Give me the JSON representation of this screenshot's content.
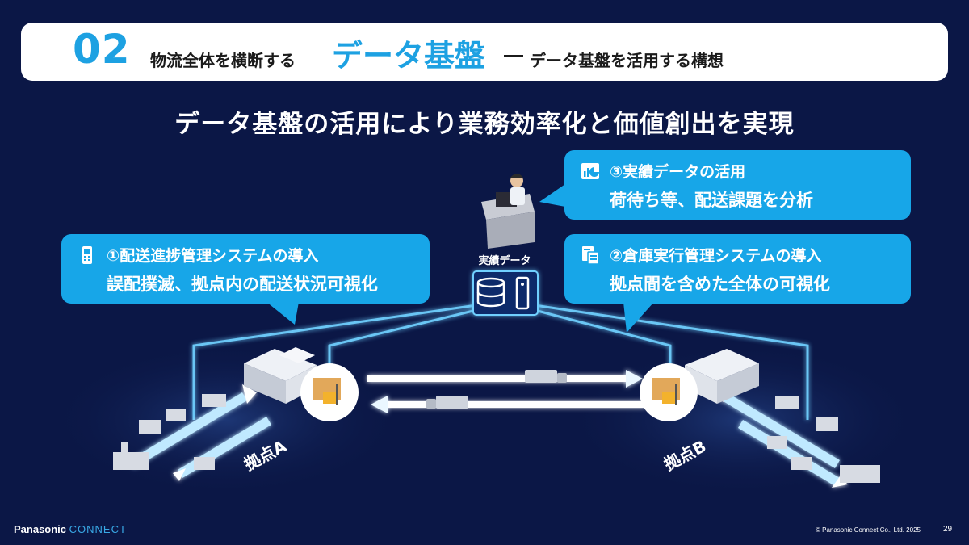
{
  "header": {
    "number": "02",
    "prefix": "物流全体を横断する",
    "main": "データ基盤",
    "suffix": "データ基盤を活用する構想"
  },
  "headline": "データ基盤の活用により業務効率化と価値創出を実現",
  "callouts": [
    {
      "icon": "handheld-terminal-icon",
      "line1": "①配送進捗管理システムの導入",
      "line2": "誤配撲滅、拠点内の配送状況可視化"
    },
    {
      "icon": "chart-icon",
      "line1": "③実績データの活用",
      "line2": "荷待ち等、配送課題を分析"
    },
    {
      "icon": "document-icon",
      "line1": "②倉庫実行管理システムの導入",
      "line2": "拠点間を含めた全体の可視化"
    }
  ],
  "database_label": "実績データ",
  "sites": {
    "a": "拠点A",
    "b": "拠点B"
  },
  "footer": {
    "brand_main": "Panasonic",
    "brand_sub": "CONNECT",
    "copyright": "© Panasonic Connect Co., Ltd. 2025",
    "page": "29"
  },
  "colors": {
    "background": "#0b1746",
    "accent": "#1da1e2",
    "callout": "#17a6e8",
    "glow": "#4fc3ff"
  }
}
